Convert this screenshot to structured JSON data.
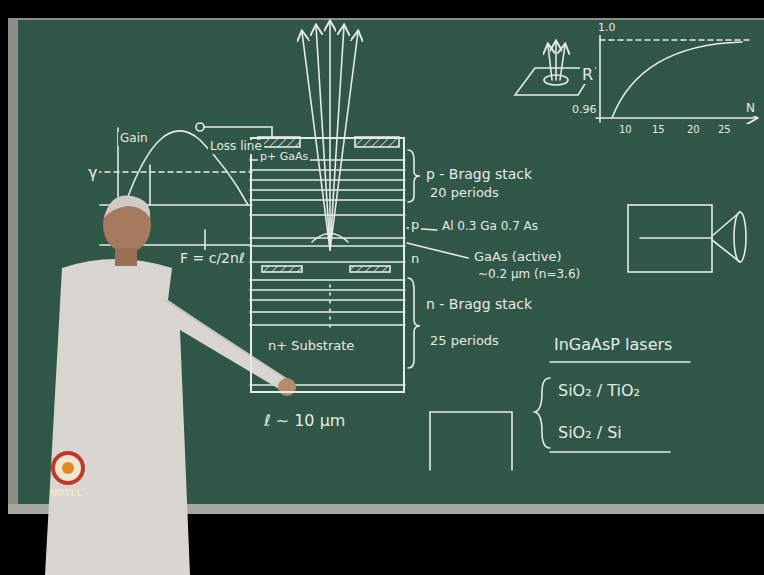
{
  "diagram": {
    "nodes": [
      {
        "text": [
          "p+ GaAs",
          "n+ Substrate"
        ]
      }
    ],
    "labels": [
      "Gain",
      "γ",
      "Loss line",
      "F = c/2nℓ",
      "p - Bragg stack",
      "20 periods",
      "Al 0.3 Ga 0.7 As",
      "GaAs (active)",
      "~0.2 μm (n=3.6)",
      "n - Bragg stack",
      "25 periods",
      "ℓ ~ 10 μm",
      "R",
      "1.0",
      "0.96",
      "10",
      "15",
      "20",
      "25",
      "N",
      "InGaAsP lasers",
      "SiO₂ / TiO₂",
      "SiO₂ / Si",
      "NPTEL",
      "p",
      "n"
    ]
  }
}
